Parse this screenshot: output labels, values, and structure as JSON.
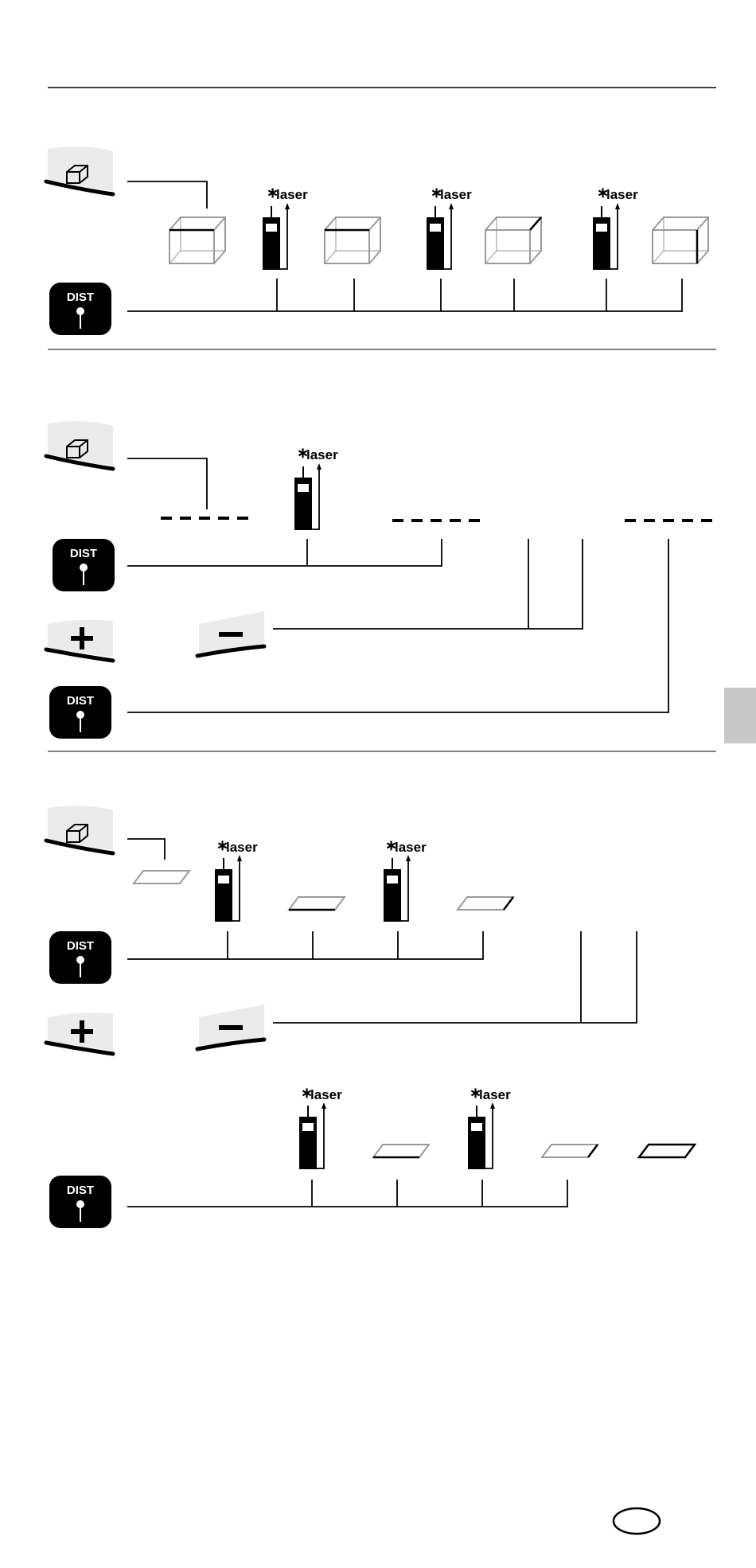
{
  "keys": {
    "dist_label": "DIST"
  },
  "laser_label": "laser",
  "colors": {
    "ink": "#000000",
    "key_face": "#ebebeb",
    "shape_gray": "#9a9a9a",
    "side_tab": "#c8c8c8"
  },
  "icons": [
    "mode-icon",
    "dist-key",
    "plus-key",
    "minus-key",
    "laser-device-icon",
    "box-icon",
    "parallelogram-icon",
    "side-tab",
    "country-oval"
  ]
}
